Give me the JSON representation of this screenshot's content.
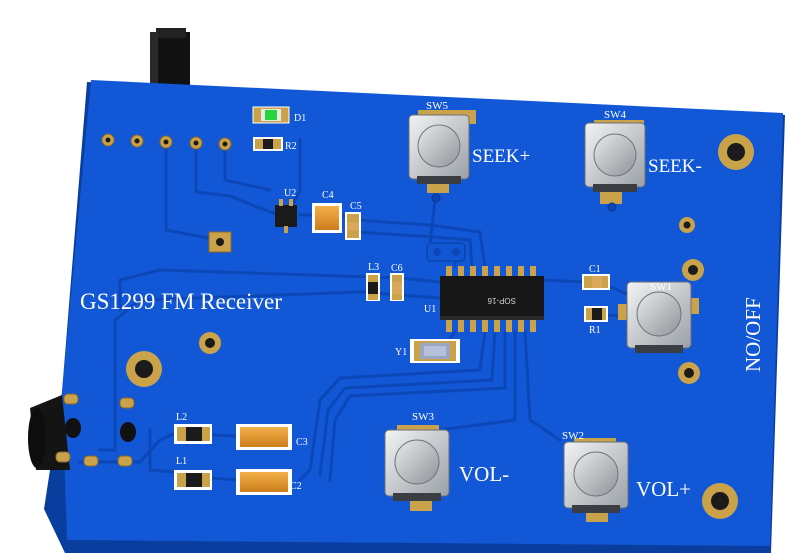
{
  "board": {
    "title": "GS1299 FM Receiver",
    "colors": {
      "pcb": "#1257d6",
      "pcb_edge": "#0a3e9e",
      "trace": "#0c47b8",
      "gold": "#c9a24a",
      "silk": "#ffffff"
    }
  },
  "labels": {
    "sw5": "SW5",
    "sw4": "SW4",
    "sw3": "SW3",
    "sw2": "SW2",
    "sw1": "SW1",
    "seek_plus": "SEEK+",
    "seek_minus": "SEEK-",
    "vol_minus": "VOL-",
    "vol_plus": "VOL+",
    "no_off": "NO/OFF",
    "d1": "D1",
    "r2": "R2",
    "u2": "U2",
    "c4": "C4",
    "c5": "C5",
    "l3": "L3",
    "c6": "C6",
    "u1": "U1",
    "chip_marking": "SOP-16",
    "c1": "C1",
    "r1": "R1",
    "y1": "Y1",
    "l2": "L2",
    "l1": "L1",
    "c3": "C3",
    "c2": "C2"
  },
  "icons": [
    "slide-switch-icon",
    "audio-jack-icon",
    "mounting-hole-icon",
    "tactile-button-icon",
    "led-icon"
  ]
}
